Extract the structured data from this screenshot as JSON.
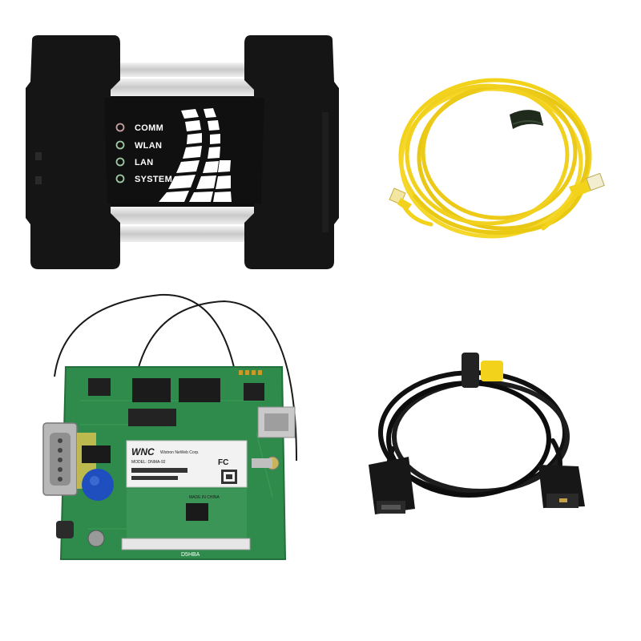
{
  "device": {
    "leds": [
      {
        "label": "COMM",
        "color": "#c9a0a0"
      },
      {
        "label": "WLAN",
        "color": "#9fc9a5"
      },
      {
        "label": "LAN",
        "color": "#9fc9a5"
      },
      {
        "label": "SYSTEM",
        "color": "#9fc9a5"
      }
    ]
  },
  "wifi_module": {
    "brand": "WNC",
    "maker": "Wistron NeWeb Corp.",
    "model_line": "MODEL: DNMA-92",
    "fcc_mark": "FC",
    "origin": "MADE IN CHINA"
  },
  "board": {
    "silk_label": "D5HBA"
  },
  "colors": {
    "cable_yellow": "#f2d21b",
    "cable_black": "#111111",
    "pcb_green": "#2e8b4b",
    "device_black": "#141414"
  }
}
